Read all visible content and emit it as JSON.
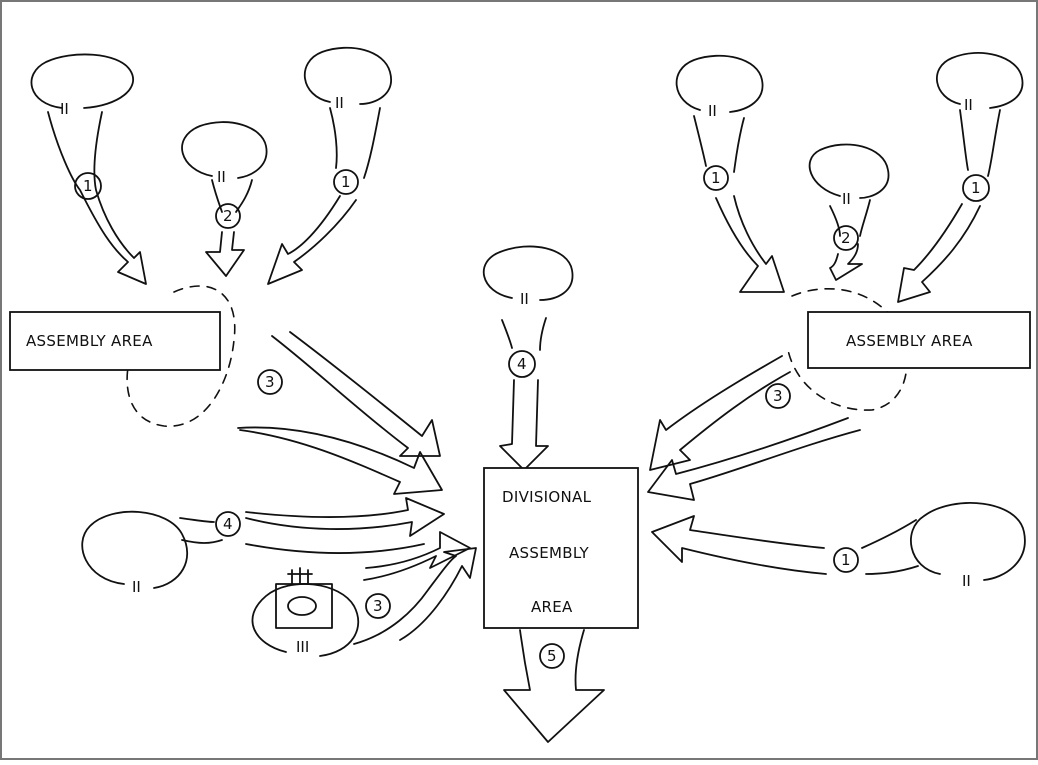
{
  "labels": {
    "assembly_left": "ASSEMBLY AREA",
    "assembly_right": "ASSEMBLY AREA",
    "divisional_1": "DIVISIONAL",
    "divisional_2": "ASSEMBLY",
    "divisional_3": "AREA"
  },
  "unit_symbol": "II",
  "artillery_symbol": "III",
  "step_numbers": {
    "s1a": "1",
    "s1b": "1",
    "s1c": "1",
    "s1d": "1",
    "s1e": "1",
    "s2a": "2",
    "s2b": "2",
    "s3a": "3",
    "s3b": "3",
    "s3c": "3",
    "s4a": "4",
    "s4b": "4",
    "s5": "5"
  }
}
